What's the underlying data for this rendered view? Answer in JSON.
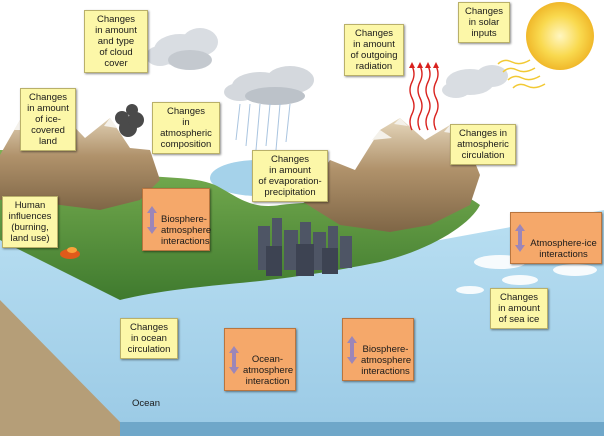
{
  "labels": {
    "cloud_cover": "Changes\nin amount\nand type\nof cloud\ncover",
    "solar_inputs": "Changes\nin solar\ninputs",
    "outgoing_radiation": "Changes\nin amount\nof outgoing\nradiation",
    "ice_covered_land": "Changes\nin amount\nof ice-\ncovered\nland",
    "atmospheric_composition": "Changes\nin\natmospheric\ncomposition",
    "atmospheric_circulation": "Changes in\natmospheric\ncirculation",
    "evaporation_precipitation": "Changes\nin amount\nof evaporation-\nprecipitation",
    "human_influences": "Human\ninfluences\n(burning,\nland use)",
    "sea_ice": "Changes\nin amount\nof sea ice",
    "ocean_circulation": "Changes\nin ocean\ncirculation",
    "ocean": "Ocean"
  },
  "interactions": {
    "biosphere_atmosphere_left": "Biosphere-\natmosphere\ninteractions",
    "atmosphere_ice": "Atmosphere-ice\ninteractions",
    "ocean_atmosphere": "Ocean-\natmosphere\ninteraction",
    "biosphere_atmosphere_bottom": "Biosphere-\natmosphere\ninteractions"
  },
  "colors": {
    "label_fill": "#fcf7a8",
    "interaction_fill": "#f5a86a",
    "arrow": "#9c86b8",
    "ocean": "#a7d3ec",
    "forest": "#4e8a3a",
    "mountain": "#a98b64",
    "sun": "#f7d24a",
    "radiation": "#d9221e"
  }
}
